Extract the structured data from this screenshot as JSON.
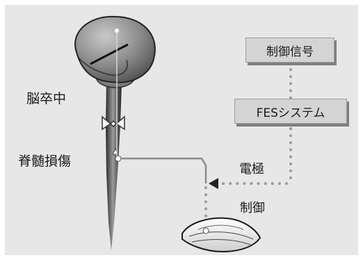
{
  "labels": {
    "stroke": "脳卒中",
    "spinal_cord_injury": "脊髄損傷",
    "electrode": "電極",
    "control": "制御"
  },
  "boxes": {
    "control_signal": "制御信号",
    "fes_system": "FESシステム"
  },
  "colors": {
    "background": "#e7e7e7",
    "box_fill": "#d4d4d4",
    "dotted_line": "#9a9a9a",
    "nerve_line": "#8a8a8a"
  }
}
